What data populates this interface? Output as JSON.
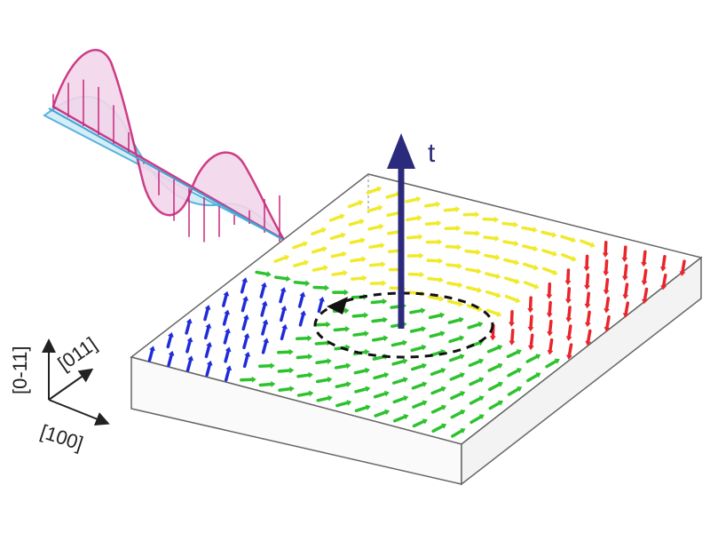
{
  "figure": {
    "time_axis_label": "t",
    "crystal_axes": [
      "[0-11]",
      "[011]",
      "[100]"
    ]
  },
  "colors": {
    "yellow_domain": "#f0ea2a",
    "red_domain": "#e8262c",
    "green_domain": "#2ec22e",
    "blue_domain": "#1f2cd8",
    "time_arrow": "#2b2a7c",
    "wave_magenta": "#c8287a",
    "wave_magenta_fill": "#f2d6ea",
    "wave_cyan": "#3aa6d6",
    "wave_cyan_fill": "#cfeaf6"
  }
}
